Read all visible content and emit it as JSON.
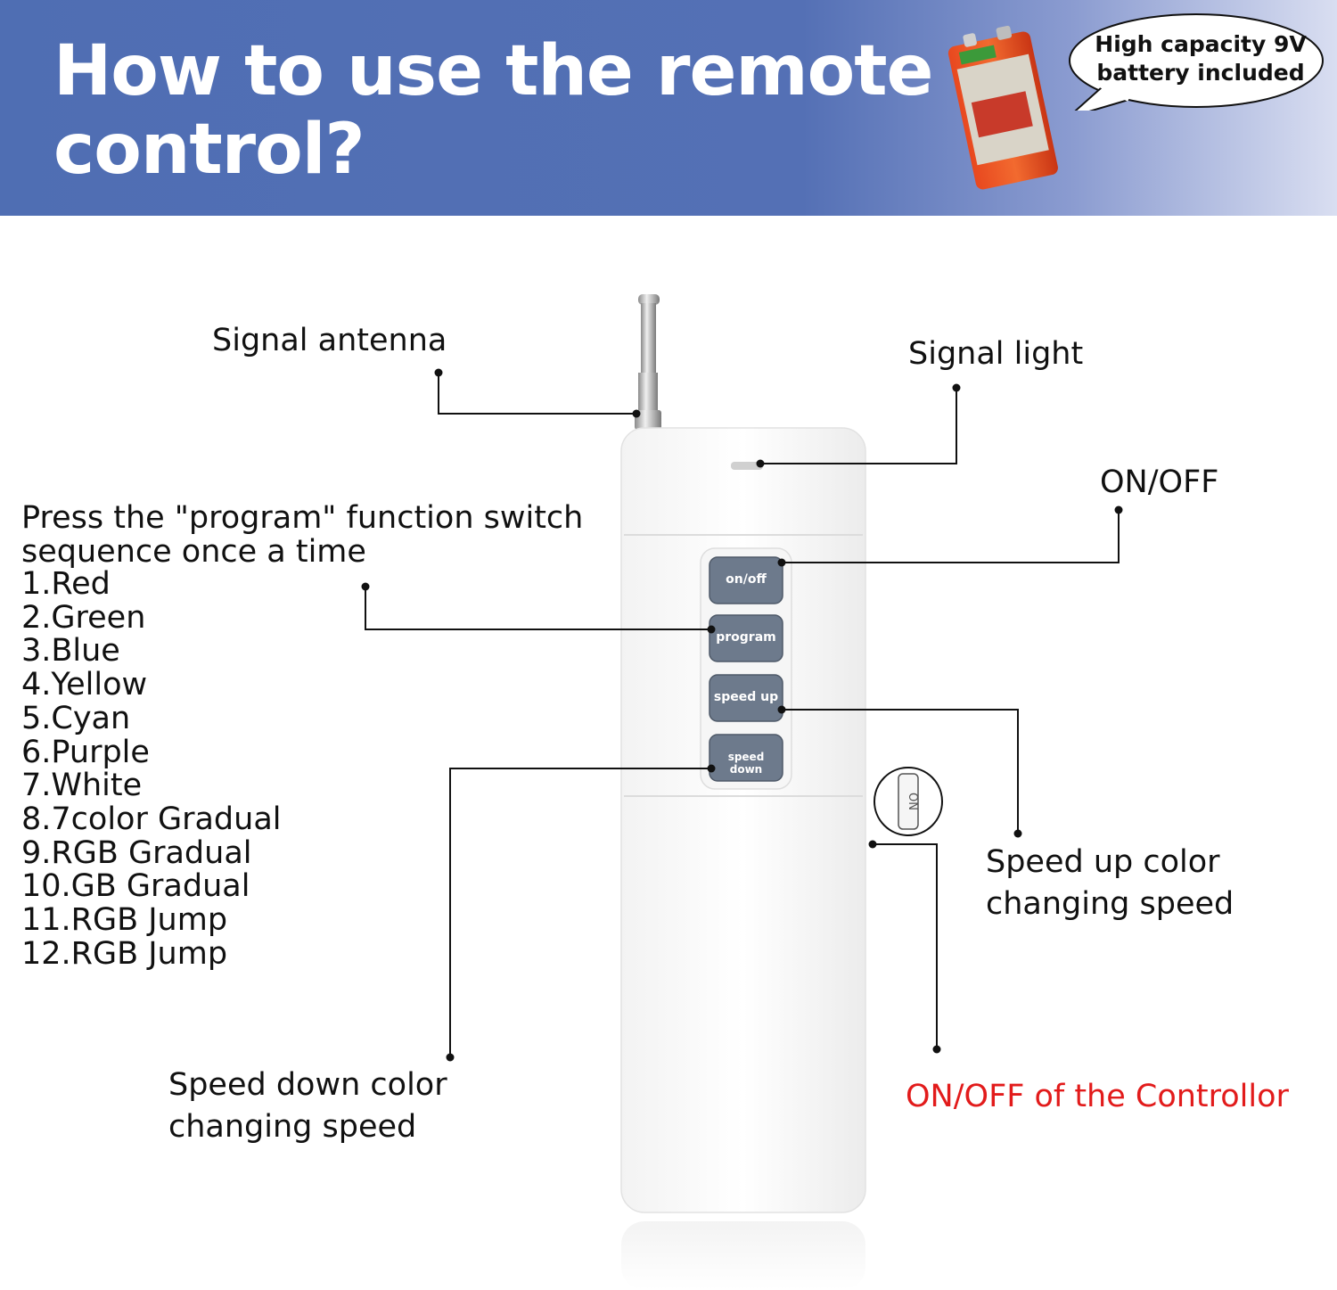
{
  "banner": {
    "title_line1": "How to use the remote",
    "title_line2": "control?",
    "battery_note_line1": "High capacity 9V",
    "battery_note_line2": "battery included"
  },
  "labels": {
    "signal_antenna": "Signal  antenna",
    "signal_light": "Signal  light",
    "on_off": "ON/OFF",
    "program_line1": "Press the \"program\" function switch",
    "program_line2": "sequence once a time",
    "speed_up_line1": "Speed up color",
    "speed_up_line2": "changing speed",
    "speed_down_line1": "Speed down color",
    "speed_down_line2": "changing speed",
    "controller_on_off": "ON/OFF of the Controllor"
  },
  "program_sequence": [
    "1.Red",
    "2.Green",
    "3.Blue",
    "4.Yellow",
    "5.Cyan",
    "6.Purple",
    "7.White",
    "8.7color Gradual",
    "9.RGB Gradual",
    "10.GB Gradual",
    "11.RGB Jump",
    "12.RGB Jump"
  ],
  "remote_buttons": {
    "on_off": "on/off",
    "program": "program",
    "speed_up": "speed up",
    "speed_down": "speed down"
  },
  "switch_label": "ON",
  "colors": {
    "banner_blue": "#4f6eb3",
    "button_gray": "#6d7a8c",
    "controller_label_red": "#e21b1b"
  }
}
